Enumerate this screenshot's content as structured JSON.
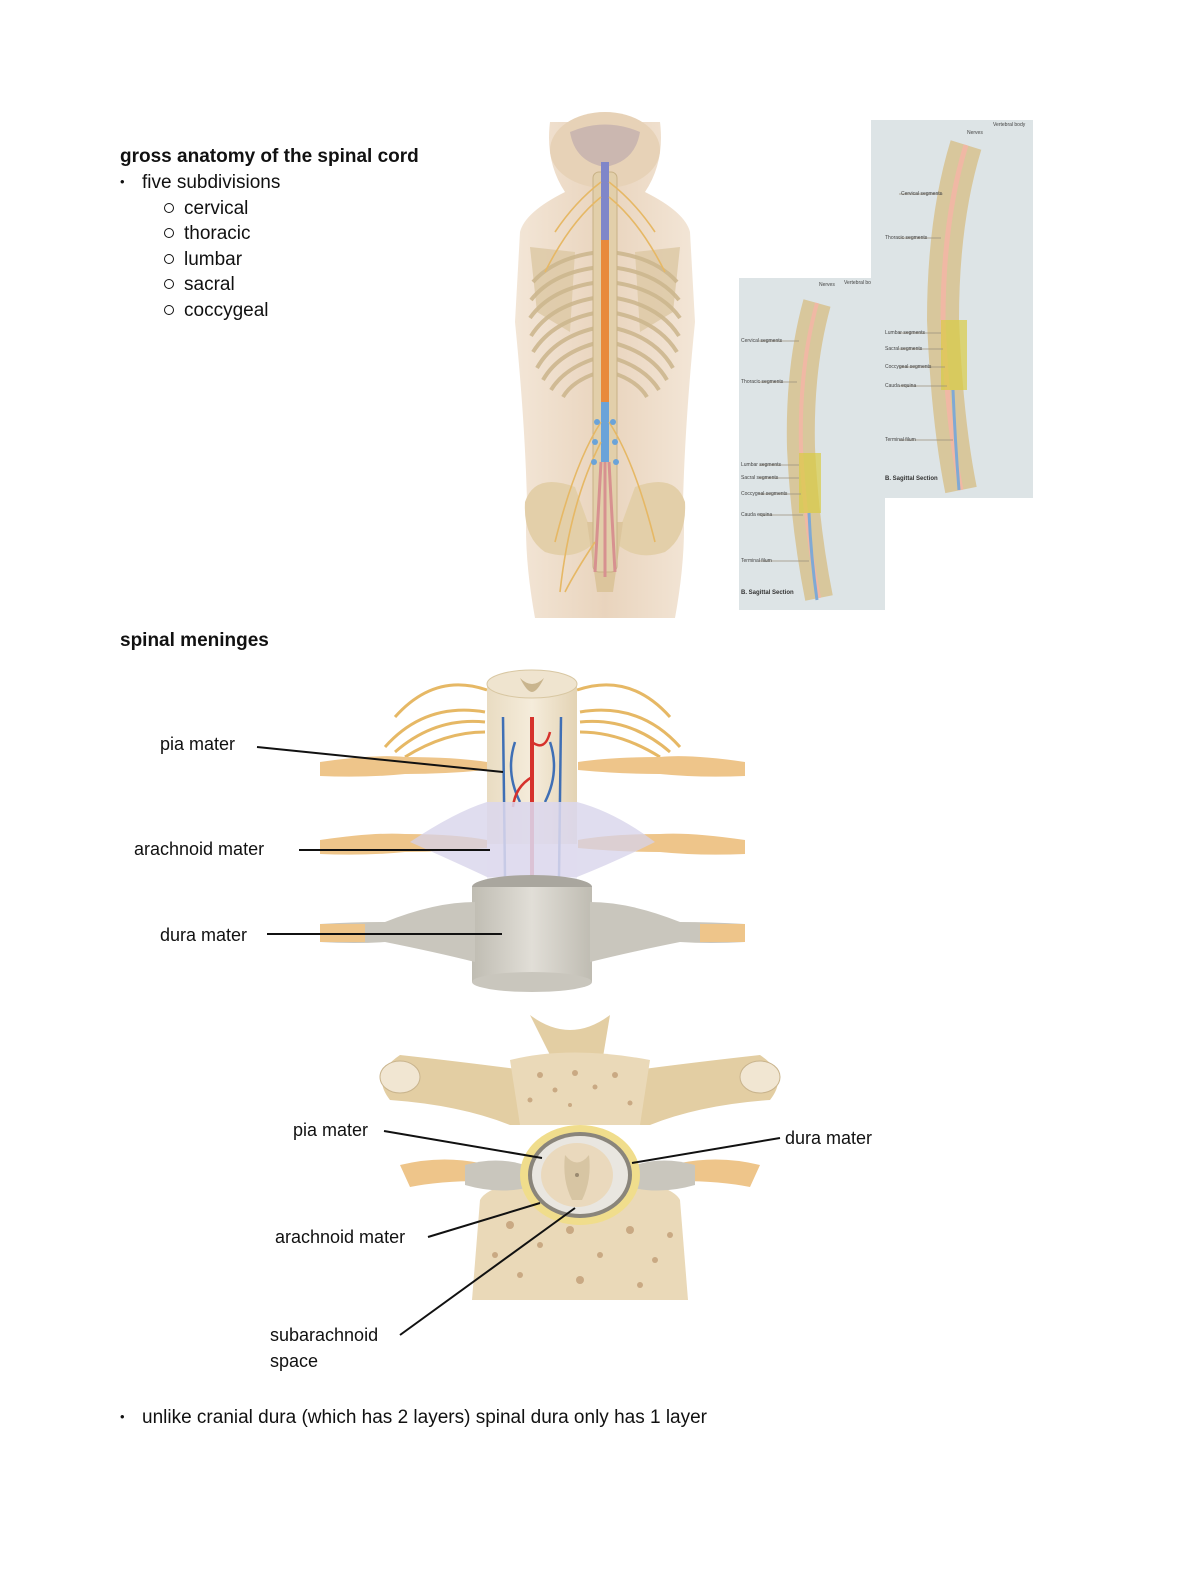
{
  "section1": {
    "heading": "gross anatomy of the spinal cord",
    "bullet": "five subdivisions",
    "subdivisions": [
      "cervical",
      "thoracic",
      "lumbar",
      "sacral",
      "coccygeal"
    ]
  },
  "figure_back": {
    "icon": "spinal-cord-posterior-illustration"
  },
  "figure_sagittal_small": {
    "icon": "sagittal-section-photo",
    "caption": "B. Sagittal Section",
    "header_labels": [
      "Nerves",
      "Vertebral body"
    ],
    "region_labels": [
      "Cervical segments",
      "Thoracic segments",
      "Lumbar segments",
      "Sacral segments",
      "Coccygeal segments",
      "Cauda equina",
      "Terminal filum"
    ]
  },
  "figure_sagittal_large": {
    "icon": "sagittal-section-photo",
    "caption": "B. Sagittal Section",
    "header_labels": [
      "Nerves",
      "Vertebral body"
    ],
    "region_labels": [
      "Cervical segments",
      "Thoracic segments",
      "Lumbar segments",
      "Sacral segments",
      "Coccygeal segments",
      "Cauda equina",
      "Terminal filum"
    ]
  },
  "section2": {
    "heading": "spinal meninges"
  },
  "figure_meninges_layers": {
    "icon": "meninges-layers-illustration",
    "labels": {
      "pia": "pia mater",
      "arachnoid": "arachnoid mater",
      "dura": "dura mater"
    }
  },
  "figure_cross_section": {
    "icon": "vertebra-cross-section-illustration",
    "labels": {
      "pia": "pia mater",
      "dura": "dura mater",
      "arachnoid": "arachnoid mater",
      "subarachnoid_line1": "subarachnoid",
      "subarachnoid_line2": "space"
    }
  },
  "footer_bullet": "unlike cranial dura (which has 2 layers) spinal dura only has 1 layer",
  "colors": {
    "bone": "#e8d7b4",
    "nerve": "#e6b865",
    "cord_orange": "#e88a3c",
    "vein_blue": "#3f6fb5",
    "artery_red": "#d6322c",
    "dura_gray": "#c9c6bd",
    "arachnoid_lilac": "#d5d1ea"
  }
}
